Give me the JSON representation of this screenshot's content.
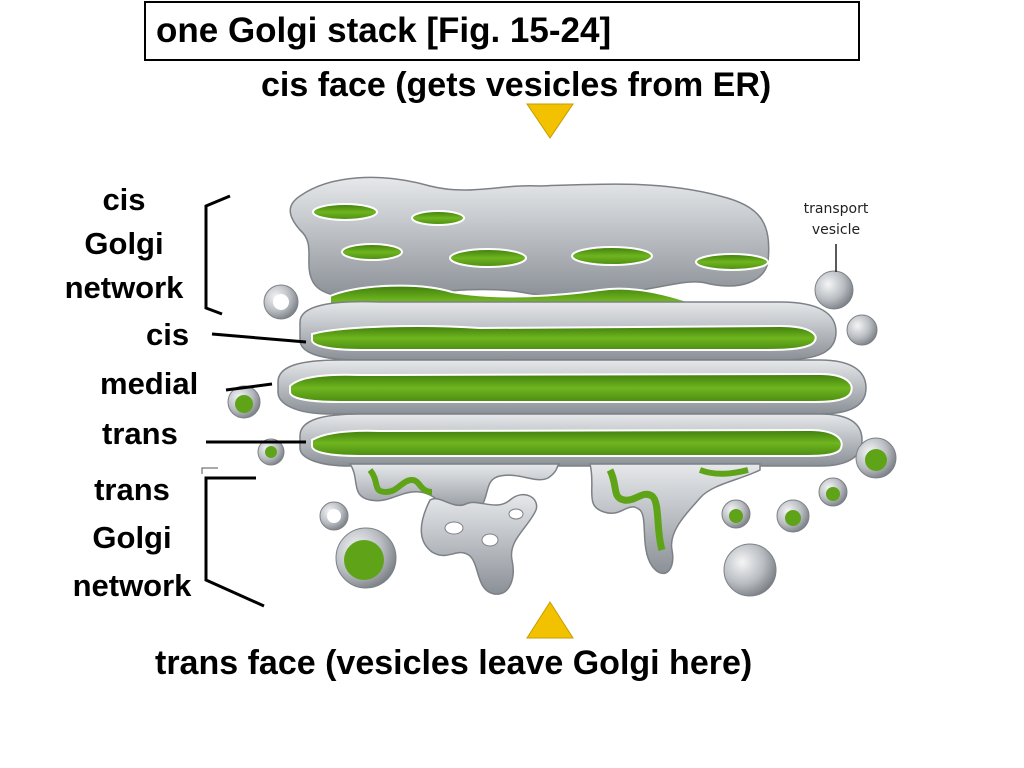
{
  "title": "one Golgi stack [Fig. 15-24]",
  "cis_face_label": "cis face (gets vesicles from ER)",
  "trans_face_label": "trans face (vesicles leave Golgi here)",
  "labels": {
    "cis_golgi_network": [
      "cis",
      "Golgi",
      "network"
    ],
    "cis": "cis",
    "medial": "medial",
    "trans": "trans",
    "trans_golgi_network": [
      "trans",
      "Golgi",
      "network"
    ],
    "transport_vesicle": [
      "transport",
      "vesicle"
    ]
  },
  "colors": {
    "arrow": "#f2c200",
    "lumen": "#5fa318",
    "membrane": "#b9bdc2",
    "membrane_edge": "#7c8187"
  },
  "icons": {
    "cis_arrow": "down-triangle",
    "trans_arrow": "up-triangle"
  }
}
